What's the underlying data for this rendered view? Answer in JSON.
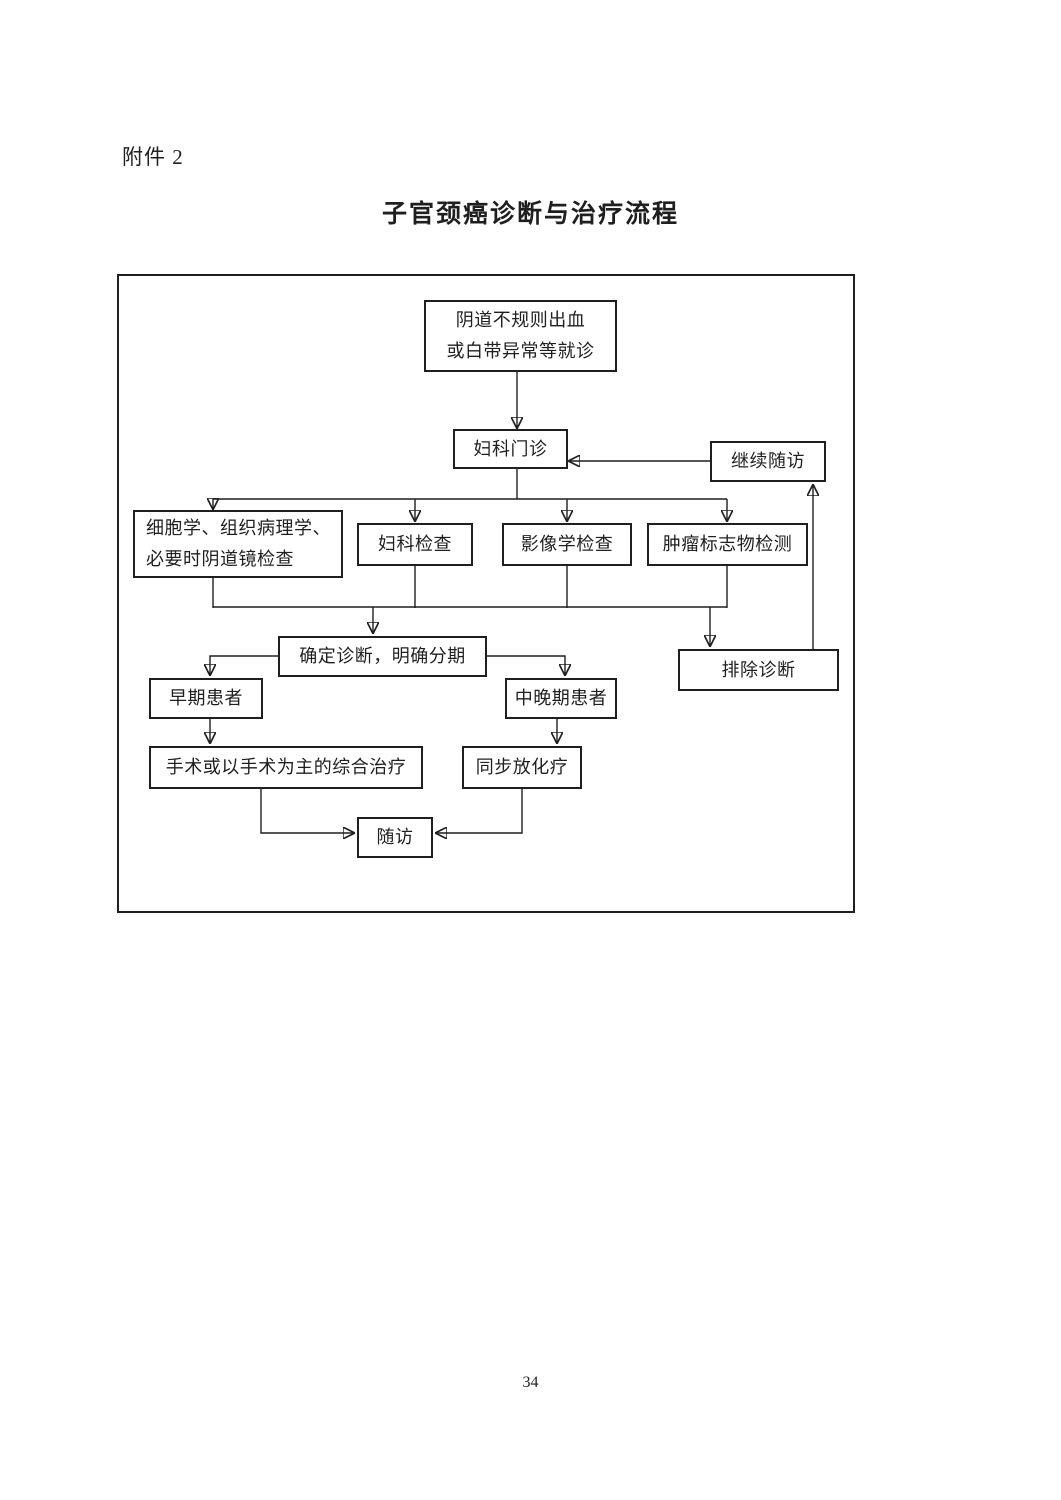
{
  "page": {
    "attachment_label": "附件 2",
    "title": "子官颈癌诊断与治疗流程",
    "page_number": "34"
  },
  "colors": {
    "ink": "#1f1f1f",
    "paper": "#ffffff"
  },
  "flowchart": {
    "nodes": {
      "symptom": {
        "label": "阴道不规则出血\n或白带异常等就诊"
      },
      "gyn_clinic": {
        "label": "妇科门诊"
      },
      "continue_followup": {
        "label": "继续随访"
      },
      "cytology": {
        "label": "细胞学、组织病理学、\n必要时阴道镜检查"
      },
      "gyn_exam": {
        "label": "妇科检查"
      },
      "imaging": {
        "label": "影像学检查"
      },
      "tumor_marker": {
        "label": "肿瘤标志物检测"
      },
      "exclude": {
        "label": "排除诊断"
      },
      "confirm": {
        "label": "确定诊断，明确分期"
      },
      "early": {
        "label": "早期患者"
      },
      "mid_late": {
        "label": "中晚期患者"
      },
      "surgery": {
        "label": "手术或以手术为主的综合治疗"
      },
      "chemo": {
        "label": "同步放化疗"
      },
      "followup": {
        "label": "随访"
      }
    },
    "edges": [
      {
        "from": [
          "symptom"
        ],
        "to": "gyn_clinic"
      },
      {
        "from": [
          "continue_followup"
        ],
        "to": "gyn_clinic"
      },
      {
        "from": [
          "gyn_clinic"
        ],
        "to": "cytology"
      },
      {
        "from": [
          "gyn_clinic"
        ],
        "to": "gyn_exam"
      },
      {
        "from": [
          "gyn_clinic"
        ],
        "to": "imaging"
      },
      {
        "from": [
          "gyn_clinic"
        ],
        "to": "tumor_marker"
      },
      {
        "from": [
          "cytology",
          "gyn_exam",
          "imaging",
          "tumor_marker"
        ],
        "to": "confirm"
      },
      {
        "from": [
          "cytology",
          "gyn_exam",
          "imaging",
          "tumor_marker"
        ],
        "to": "exclude"
      },
      {
        "from": [
          "exclude"
        ],
        "to": "continue_followup"
      },
      {
        "from": [
          "confirm"
        ],
        "to": "early"
      },
      {
        "from": [
          "confirm"
        ],
        "to": "mid_late"
      },
      {
        "from": [
          "early"
        ],
        "to": "surgery"
      },
      {
        "from": [
          "mid_late"
        ],
        "to": "chemo"
      },
      {
        "from": [
          "surgery"
        ],
        "to": "followup"
      },
      {
        "from": [
          "chemo"
        ],
        "to": "followup"
      }
    ]
  }
}
